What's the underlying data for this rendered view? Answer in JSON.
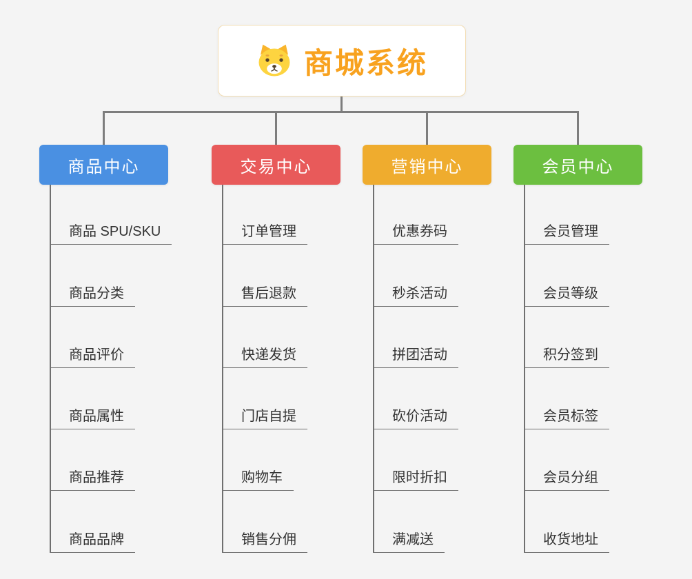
{
  "root": {
    "label": "商城系统",
    "text_color": "#f8a21f",
    "icon": "dog-icon"
  },
  "branches": [
    {
      "label": "商品中心",
      "color": "#4a90e2",
      "children": [
        "商品 SPU/SKU",
        "商品分类",
        "商品评价",
        "商品属性",
        "商品推荐",
        "商品品牌"
      ]
    },
    {
      "label": "交易中心",
      "color": "#e85a5a",
      "children": [
        "订单管理",
        "售后退款",
        "快递发货",
        "门店自提",
        "购物车",
        "销售分佣"
      ]
    },
    {
      "label": "营销中心",
      "color": "#efac2e",
      "children": [
        "优惠券码",
        "秒杀活动",
        "拼团活动",
        "砍价活动",
        "限时折扣",
        "满减送"
      ]
    },
    {
      "label": "会员中心",
      "color": "#6cbf40",
      "children": [
        "会员管理",
        "会员等级",
        "积分签到",
        "会员标签",
        "会员分组",
        "收货地址"
      ]
    }
  ],
  "line_color": "#7d7d7d"
}
